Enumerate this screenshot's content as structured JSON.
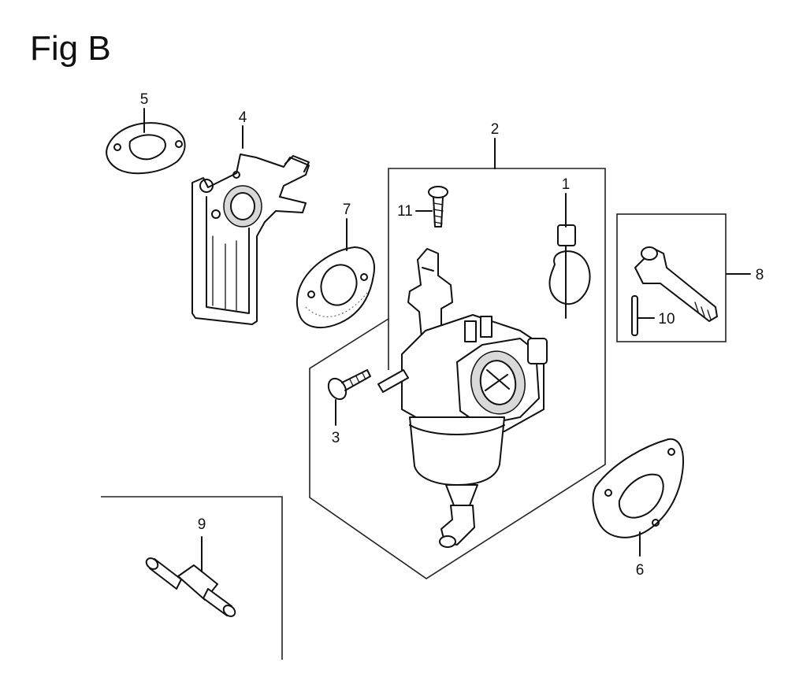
{
  "figure": {
    "title": "Fig B"
  },
  "callouts": {
    "p1": "1",
    "p2": "2",
    "p3": "3",
    "p4": "4",
    "p5": "5",
    "p6": "6",
    "p7": "7",
    "p8": "8",
    "p9": "9",
    "p10": "10",
    "p11": "11"
  }
}
